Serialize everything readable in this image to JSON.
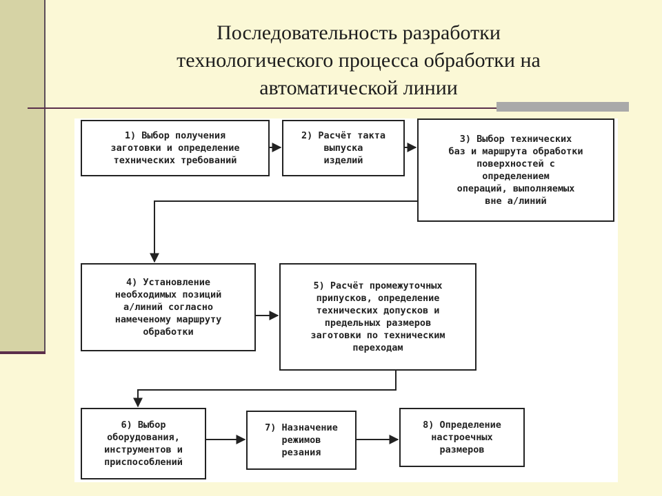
{
  "slide": {
    "title": "Последовательность разработки\nтехнологического процесса обработки на\nавтоматической линии"
  },
  "diagram": {
    "steps": [
      {
        "id": 1,
        "text": "1) Выбор получения\nзаготовки и определение\nтехнических требований"
      },
      {
        "id": 2,
        "text": "2) Расчёт такта\nвыпуска\nизделий"
      },
      {
        "id": 3,
        "text": "3) Выбор технических\nбаз и маршрута обработки\nповерхностей с\nопределением\nопераций, выполняемых\nвне а/линий"
      },
      {
        "id": 4,
        "text": "4) Установление\nнеобходимых позиций\nа/линий согласно\nнамеченому маршруту\nобработки"
      },
      {
        "id": 5,
        "text": "5) Расчёт промежуточных\nприпусков, определение\nтехнических допусков и\nпредельных размеров\nзаготовки по техническим\nпереходам"
      },
      {
        "id": 6,
        "text": "6) Выбор\nоборудования,\nинструментов и\nприспособлений"
      },
      {
        "id": 7,
        "text": "7) Назначение\nрежимов\nрезания"
      },
      {
        "id": 8,
        "text": "8) Определение\nнастроечных\nразмеров"
      }
    ]
  }
}
